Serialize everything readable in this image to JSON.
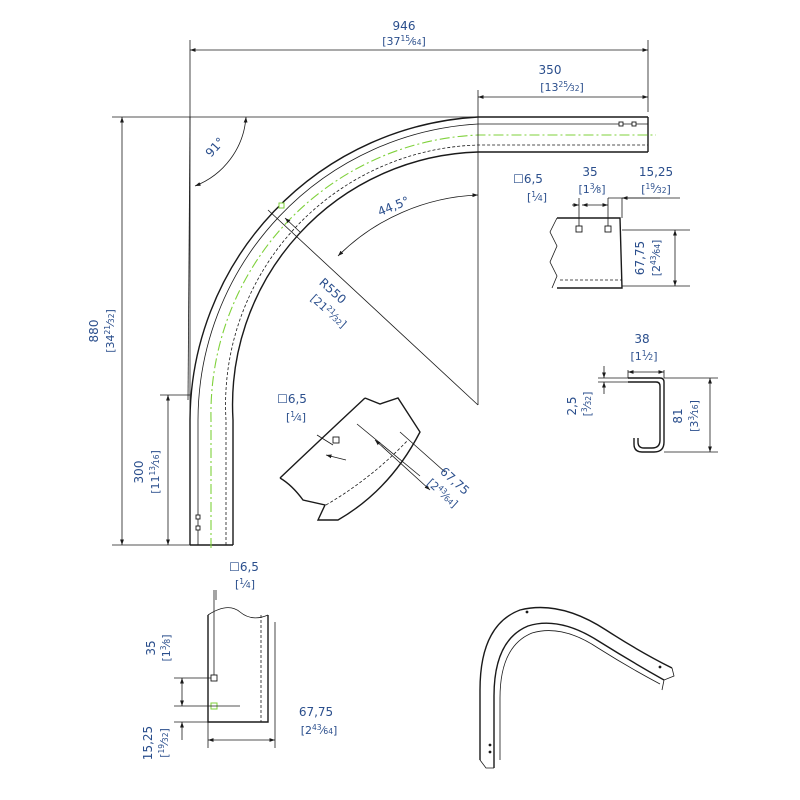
{
  "dims": {
    "overall_width": {
      "value": "946",
      "whole": "37",
      "num": "15",
      "den": "64"
    },
    "straight_length": {
      "value": "350",
      "whole": "13",
      "num": "25",
      "den": "32"
    },
    "angle_total": {
      "value": "91°"
    },
    "angle_half": {
      "value": "44,5°"
    },
    "radius": {
      "value": "R550",
      "whole": "21",
      "num": "21",
      "den": "32"
    },
    "overall_height": {
      "value": "880",
      "whole": "34",
      "num": "21",
      "den": "32"
    },
    "leg_height": {
      "value": "300",
      "whole": "11",
      "num": "13",
      "den": "16"
    },
    "hole_top": {
      "value": "☐6,5",
      "num": "1",
      "den": "4"
    },
    "hole_pitch_top": {
      "value": "35",
      "whole": "1",
      "num": "3",
      "den": "8"
    },
    "hole_edge_top": {
      "value": "15,25",
      "num": "19",
      "den": "32"
    },
    "height_top": {
      "value": "67,75",
      "whole": "2",
      "num": "43",
      "den": "64"
    },
    "profile_width": {
      "value": "38",
      "whole": "1",
      "num": "1",
      "den": "2"
    },
    "profile_thickness": {
      "value": "2,5",
      "num": "3",
      "den": "32"
    },
    "profile_height": {
      "value": "81",
      "whole": "3",
      "num": "3",
      "den": "16"
    },
    "hole_mid": {
      "value": "☐6,5",
      "num": "1",
      "den": "4"
    },
    "height_mid": {
      "value": "67,75",
      "whole": "2",
      "num": "43",
      "den": "64"
    },
    "hole_bottom": {
      "value": "☐6,5",
      "num": "1",
      "den": "4"
    },
    "hole_pitch_bottom": {
      "value": "35",
      "whole": "1",
      "num": "3",
      "den": "8"
    },
    "hole_edge_bottom": {
      "value": "15,25",
      "num": "19",
      "den": "32"
    },
    "height_bottom": {
      "value": "67,75",
      "whole": "2",
      "num": "43",
      "den": "64"
    }
  },
  "colors": {
    "dimension_text": "#2a4e8c",
    "outline": "#1a1a1a",
    "centerline": "#7fd13b"
  }
}
